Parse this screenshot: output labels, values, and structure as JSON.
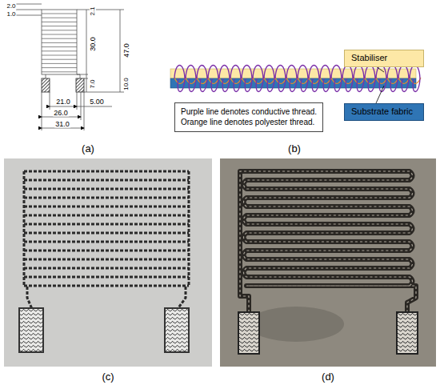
{
  "diagram": {
    "nodes": [
      {
        "text": [
          "Stabiliser"
        ]
      },
      {
        "text": [
          "Purple line denotes conductive thread.",
          "Orange line denotes polyester thread."
        ]
      },
      {
        "text": [
          "Substrate fabric"
        ]
      }
    ],
    "labels": [
      "2.0",
      "1.0",
      "2.1",
      "30.0",
      "47.0",
      "7.0",
      "10.0",
      "21.0",
      "5.00",
      "26.0",
      "31.0",
      "(a)",
      "(b)",
      "(c)",
      "(d)"
    ]
  }
}
